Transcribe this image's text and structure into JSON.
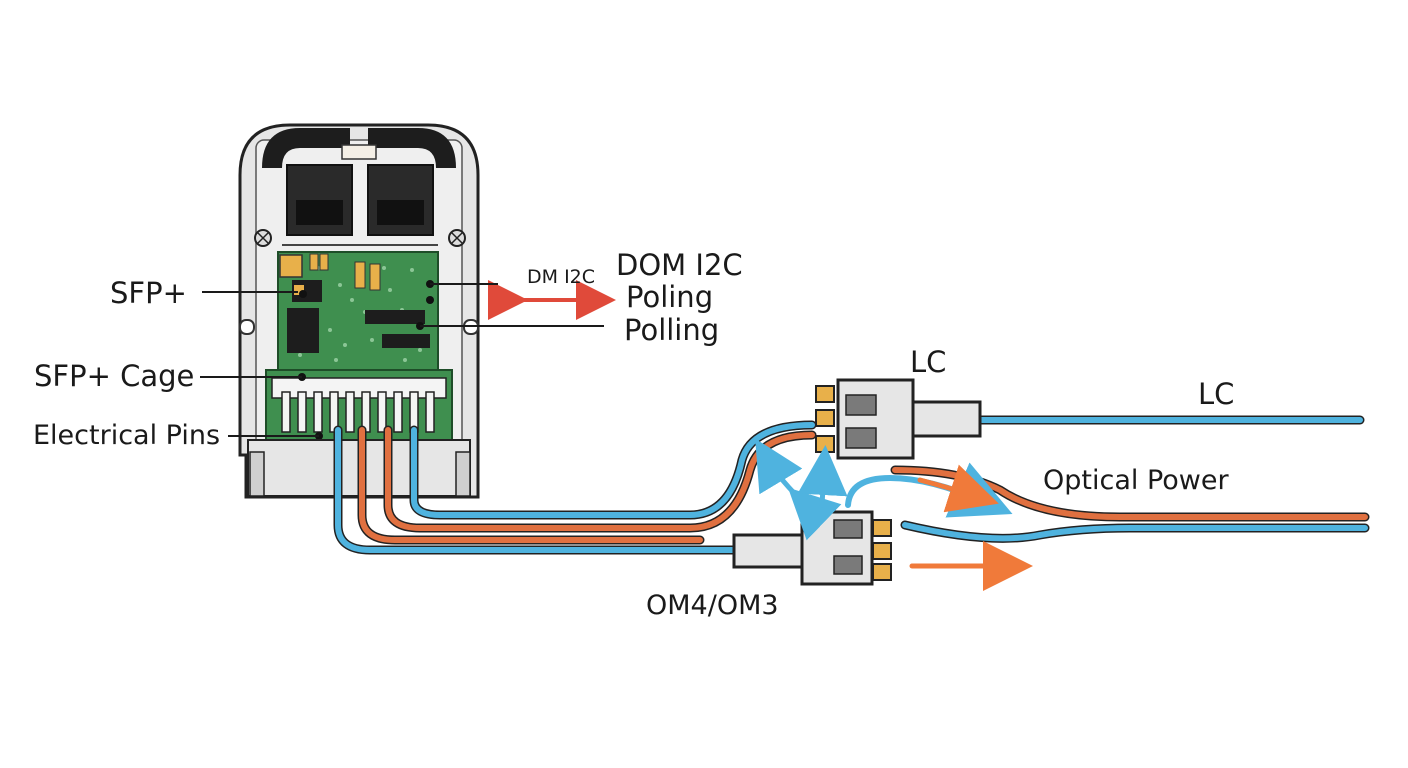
{
  "labels": {
    "sfp_plus": "SFP+",
    "sfp_plus_cage": "SFP+ Cage",
    "electrical_pins": "Electrical Pins",
    "dm_i2c": "DM I2C",
    "dom_i2c": "DOM I2C",
    "poling": "Poling",
    "polling": "Polling",
    "lc_connector": "LC",
    "lc_fiber": "LC",
    "optical_power": "Optical Power",
    "om4_om3": "OM4/OM3"
  },
  "colors": {
    "fiber_blue": "#4fb3df",
    "fiber_orange": "#e07040",
    "pcb_green": "#3f8f4f",
    "connector_gold": "#e8b04a",
    "arrow_red": "#e04a3a",
    "arrow_orange": "#f07a3a",
    "module_gray": "#e6e6e6"
  }
}
